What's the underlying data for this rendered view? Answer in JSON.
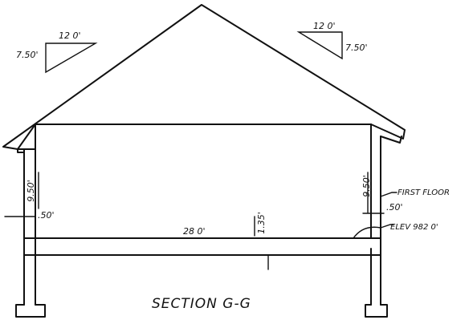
{
  "section_title": "SECTION G-G",
  "roof_slope_left": {
    "run": "12 0'",
    "rise": "7.50'"
  },
  "roof_slope_right": {
    "run": "12 0'",
    "rise": "7.50'"
  },
  "dimensions": {
    "wall_height_left": "9.50'",
    "wall_height_right": "9.50'",
    "floor_slab_left": ".50'",
    "floor_slab_right": ".50'",
    "span": "28 0'",
    "floor_thickness": "1.35'"
  },
  "annotations": {
    "first_floor": "FIRST FLOOR",
    "elevation": "ELEV 982 0'"
  }
}
